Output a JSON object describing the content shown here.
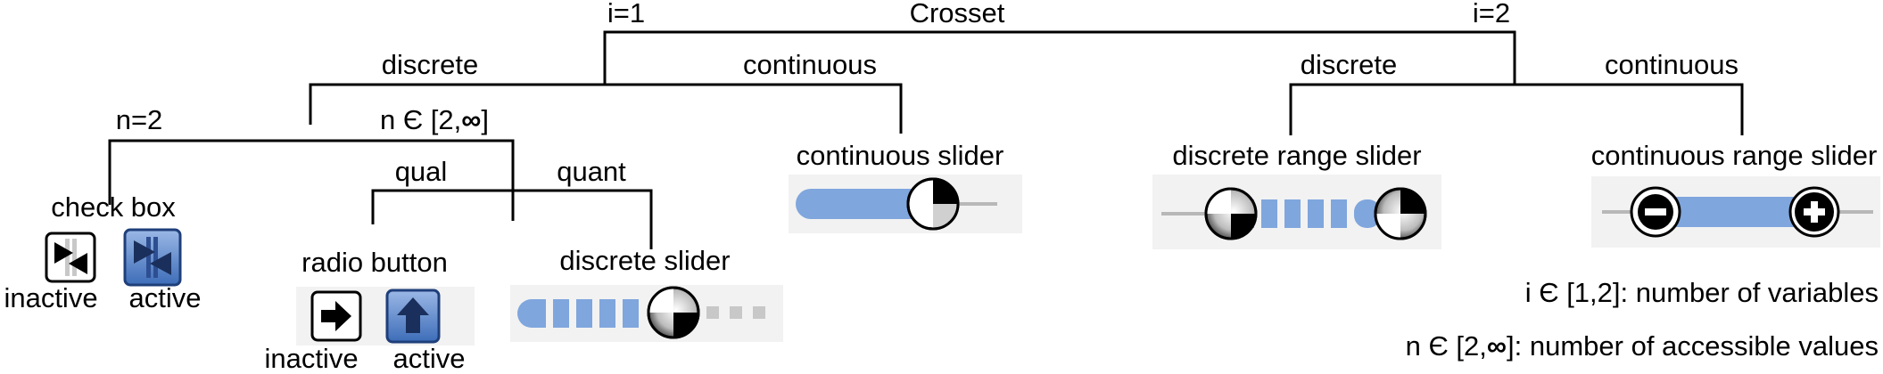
{
  "tree": {
    "root": "Crosset",
    "i1": "i=1",
    "i2": "i=2",
    "discrete_left": "discrete",
    "continuous_left": "continuous",
    "discrete_right": "discrete",
    "continuous_right": "continuous",
    "n2": "n=2",
    "n_range": {
      "prefix": "n ",
      "in": "Є",
      "range_open": " [2,",
      "infinity": "∞",
      "range_close": "]"
    },
    "qual": "qual",
    "quant": "quant"
  },
  "widgets": {
    "check_box": {
      "title": "check box",
      "inactive": "inactive",
      "active": "active"
    },
    "radio_button": {
      "title": "radio button",
      "inactive": "inactive",
      "active": "active"
    },
    "discrete_slider": {
      "title": "discrete slider"
    },
    "continuous_slider": {
      "title": "continuous slider"
    },
    "discrete_range_slider": {
      "title": "discrete range slider"
    },
    "continuous_range_slider": {
      "title": "continuous range slider"
    }
  },
  "legend": {
    "i_line": {
      "prefix": "i ",
      "in": "Є",
      "range": " [1,2]",
      "desc": ": number of variables"
    },
    "n_line": {
      "prefix": "n ",
      "in": "Є",
      "range_open": " [2,",
      "infinity": "∞",
      "range_close": "]",
      "desc": ": number of accessible values"
    }
  },
  "colors": {
    "line": "#000000",
    "slider_fill": "#7fa6dd",
    "panel_bg": "#f2f2f2",
    "active_blue": "#4a78c0",
    "active_dark": "#1f3f7a",
    "track_gray": "#b8b8b8"
  }
}
